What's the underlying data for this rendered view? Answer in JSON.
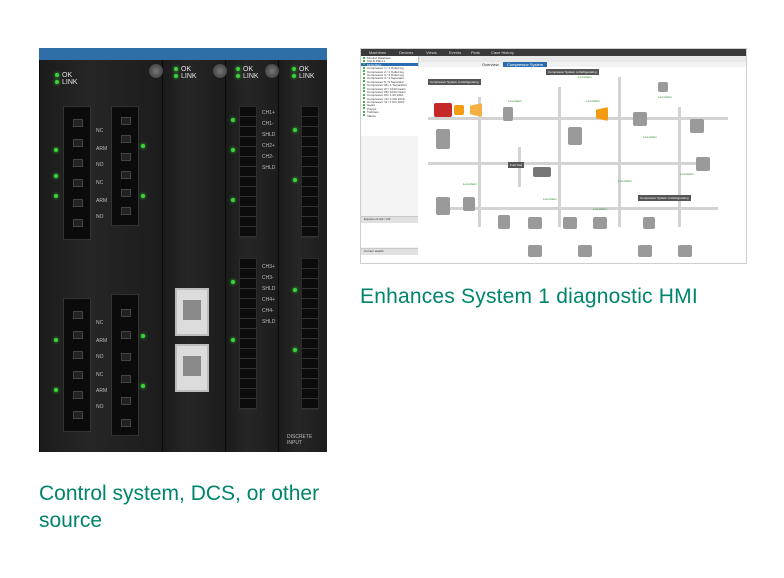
{
  "hardware_photo": {
    "status_leds": [
      "OK",
      "LINK"
    ],
    "pin_labels": [
      "NC",
      "ARM",
      "NO",
      "NC",
      "ARM",
      "NO"
    ],
    "channel_labels": [
      "CH1+",
      "CH1-",
      "SHLD",
      "CH2+",
      "CH2-",
      "SHLD",
      "CH3+",
      "CH3-",
      "SHLD",
      "CH4+",
      "CH4-",
      "SHLD"
    ],
    "module_footer": "DISCRETE\nINPUT"
  },
  "hmi_screenshot": {
    "menu": [
      "Machines",
      "Devices",
      "Views",
      "Events",
      "Plots",
      "Case History"
    ],
    "tabs": [
      "Overview",
      "Compressor System"
    ],
    "tree_items": [
      "Monitor Database",
      "CSLD Plant 1",
      "MCD Plant",
      "Compressor 1 / 1 Outlet leg",
      "Compressor 2 / 1 Outlet leg",
      "Compressor 3 / 3 Outlet leg",
      "Compressor 4 / 4 Separator",
      "Compressor 5 / 5 Separator",
      "Compressor 06 / 1 Separation",
      "Compressor 07 / 1010 Gears",
      "Compressor 08 / 1010 Gears",
      "Compressor 09 / 1 00 1010",
      "Compressor 10 / 1 DG 1010",
      "Compressor 11 / 1 DG 1010",
      "Gears",
      "Pumps",
      "Turbines",
      "Valves"
    ],
    "panel_titles": [
      "Equipment Attr / Attr",
      "Current Health"
    ],
    "tags": [
      "Compressor System to Refrigerating",
      "Compressor System to Refrigerating",
      "Compressor System to Refrigerating",
      "Fuel Gas"
    ],
    "green_labels": [
      "Low Alarm",
      "Low Alarm",
      "Low Alarm",
      "Low Alarm",
      "Low Alarm",
      "Low Alarm",
      "Low Alarm",
      "Low Alarm",
      "Low Alarm",
      "Low Alarm"
    ],
    "colors": {
      "alert_red": "#c62828",
      "warning_orange": "#f39c12",
      "equipment_gray": "#9a9a9a"
    }
  },
  "captions": {
    "hmi": "Enhances System 1 diagnostic HMI",
    "source": "Control system, DCS, or other source"
  }
}
